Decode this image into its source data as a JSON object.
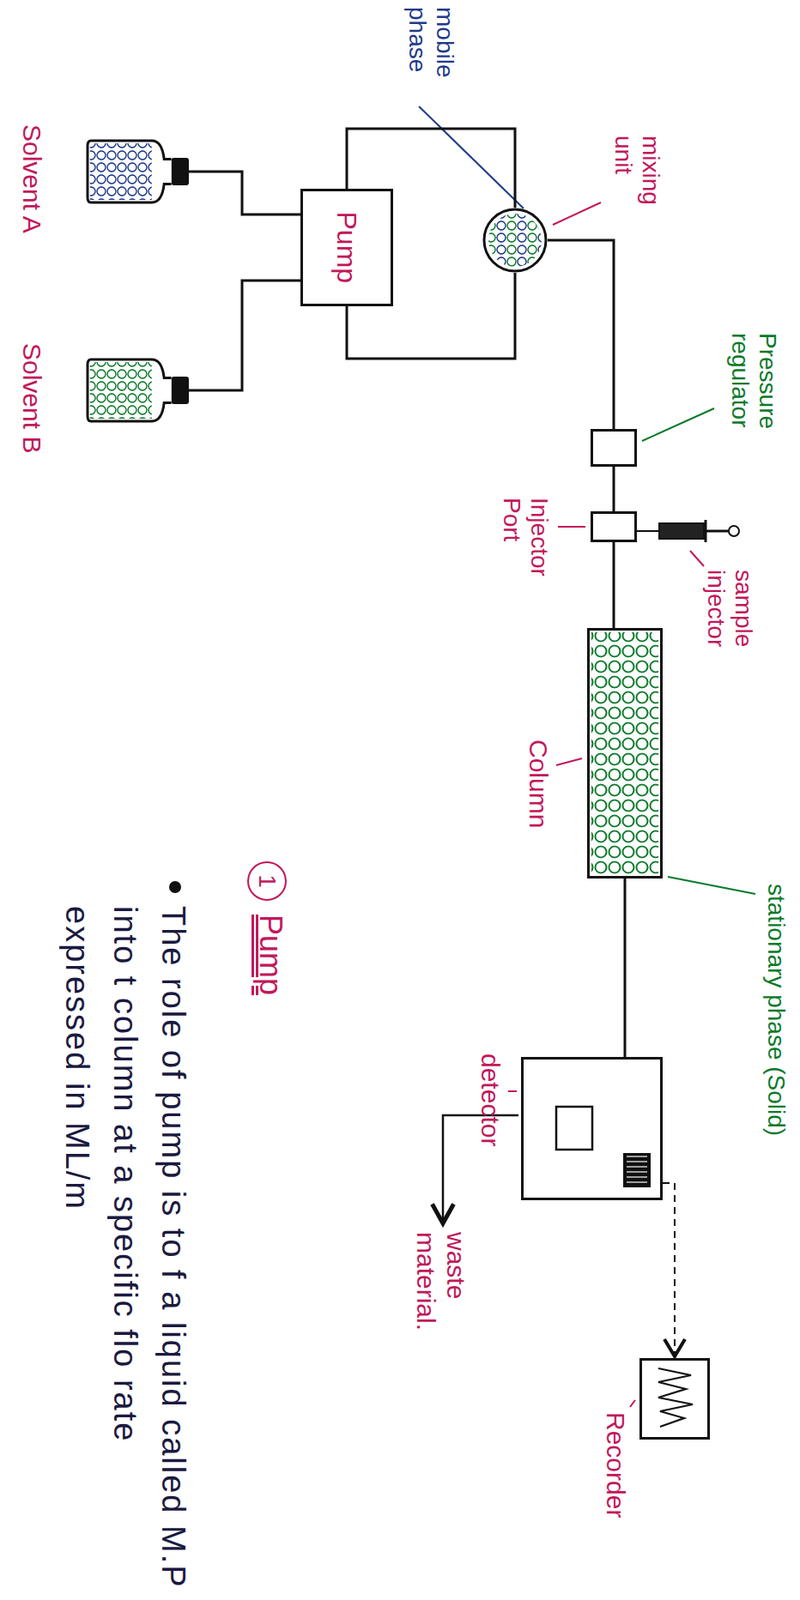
{
  "diagram": {
    "nodes": [
      {
        "text": [
          "Solvent A"
        ]
      },
      {
        "text": [
          "Solvent B"
        ]
      },
      {
        "text": [
          "Pump"
        ]
      },
      {
        "text": [
          "mixing unit"
        ]
      },
      {
        "text": [
          "Pressure regulator"
        ]
      },
      {
        "text": [
          "sample injector"
        ]
      },
      {
        "text": [
          "Injector Port"
        ]
      },
      {
        "text": [
          "Column"
        ]
      },
      {
        "text": [
          "detector"
        ]
      },
      {
        "text": [
          "Recorder"
        ]
      }
    ],
    "edges": [
      {
        "from": 0,
        "to": 2,
        "arrow": "none"
      },
      {
        "from": 1,
        "to": 2,
        "arrow": "none"
      },
      {
        "from": 2,
        "to": 3,
        "arrow": "none"
      },
      {
        "from": 2,
        "to": 3,
        "arrow": "none"
      },
      {
        "from": 3,
        "to": 4,
        "arrow": "none"
      },
      {
        "from": 4,
        "to": 6,
        "arrow": "none"
      },
      {
        "from": 5,
        "to": 6,
        "arrow": "none"
      },
      {
        "from": 6,
        "to": 7,
        "arrow": "none"
      },
      {
        "from": 7,
        "to": 8,
        "arrow": "none"
      },
      {
        "from": 8,
        "to": 9,
        "arrow": "to"
      }
    ],
    "labels": [
      "mobile phase",
      "stationary phase (Solid)",
      "waste material.",
      "1",
      "Pump",
      "The role of pump is to f a liquid called M.P into t column at a specific flo rate expressed in ML/m"
    ]
  }
}
